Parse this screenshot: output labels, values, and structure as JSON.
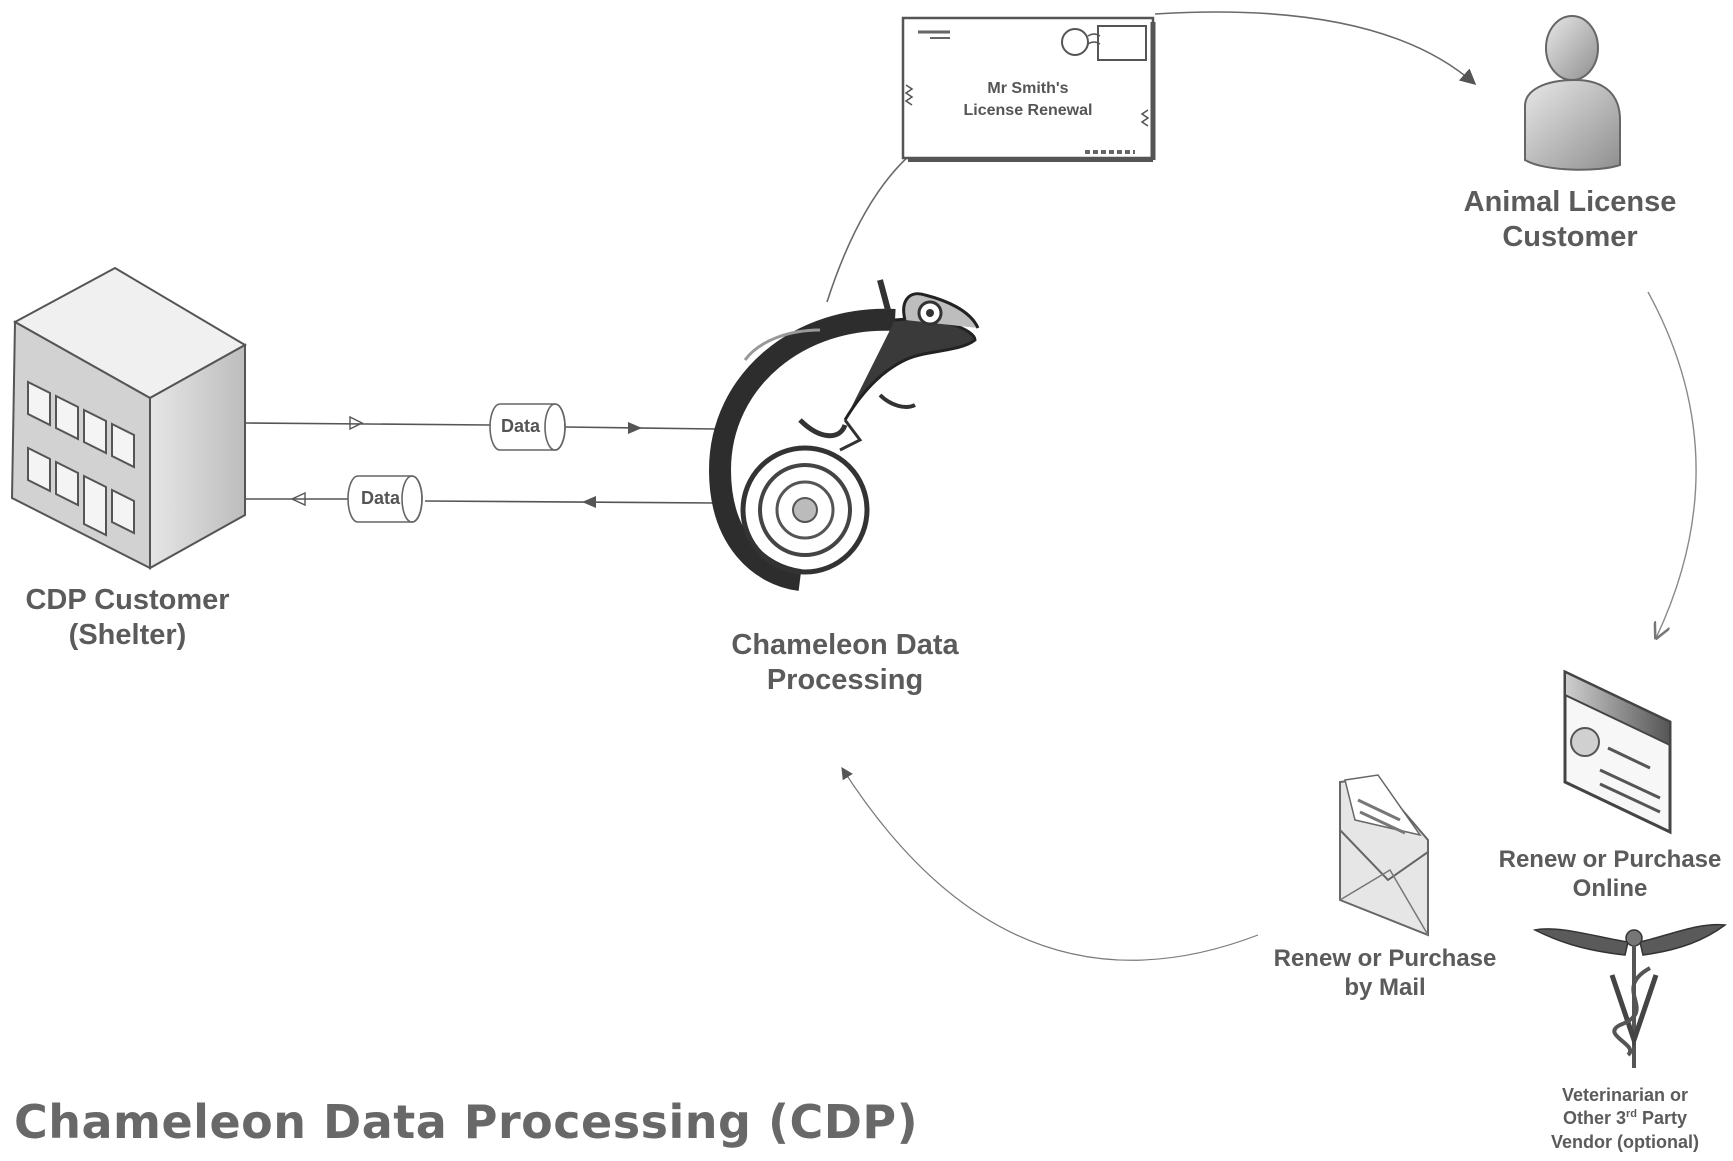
{
  "nodes": {
    "cdp_customer": {
      "line1": "CDP Customer",
      "line2": "(Shelter)"
    },
    "chameleon": {
      "line1": "Chameleon Data",
      "line2": "Processing"
    },
    "animal_customer": {
      "line1": "Animal License",
      "line2": "Customer"
    },
    "renew_online": {
      "line1": "Renew or Purchase",
      "line2": "Online"
    },
    "renew_mail": {
      "line1": "Renew or Purchase",
      "line2": "by Mail"
    },
    "vet": {
      "line1": "Veterinarian or",
      "line2a": "Other 3",
      "sup": "rd",
      "line2b": " Party",
      "line3": "Vendor (optional)"
    }
  },
  "envelope": {
    "line1": "Mr Smith's",
    "line2": "License Renewal"
  },
  "data_labels": {
    "top": "Data",
    "bottom": "Data"
  },
  "title": "Chameleon Data Processing (CDP)",
  "colors": {
    "line": "#6a6a6a",
    "arrow": "#555555",
    "text": "#5b5b5b"
  }
}
